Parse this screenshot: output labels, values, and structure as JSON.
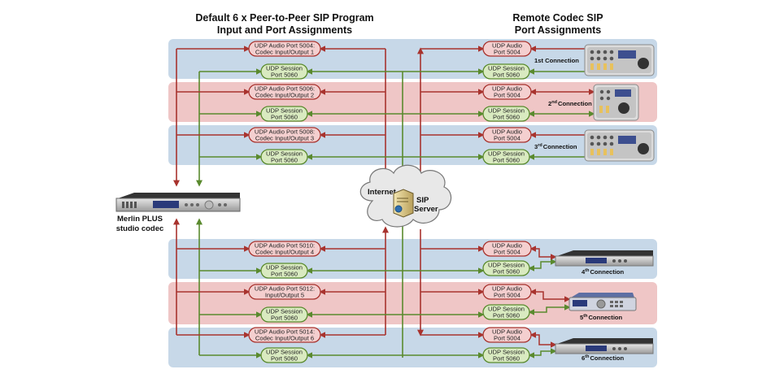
{
  "left_title": {
    "line1": "Default 6 x Peer-to-Peer SIP Program",
    "line2": "Input and Port Assignments"
  },
  "right_title": {
    "line1": "Remote Codec SIP",
    "line2": "Port Assignments"
  },
  "internet_label": "Internet",
  "sip_server": {
    "line1": "SIP",
    "line2": "Server"
  },
  "studio_codec": {
    "line1": "Merlin PLUS",
    "line2": "studio codec"
  },
  "session_port": {
    "line1": "UDP Session",
    "line2": "Port 5060"
  },
  "remote_audio": {
    "line1": "UDP Audio",
    "line2": "Port 5004"
  },
  "connection_suffix": "Connection",
  "rows": [
    {
      "audio_line1": "UDP Audio Port 5004:",
      "audio_line2": "Codec Input/Output 1",
      "conn_num": "1st",
      "conn_sup": ""
    },
    {
      "audio_line1": "UDP Audio Port 5006:",
      "audio_line2": "Codec Input/Output 2",
      "conn_num": "2",
      "conn_sup": "nd"
    },
    {
      "audio_line1": "UDP Audio Port 5008:",
      "audio_line2": "Codec Input/Output 3",
      "conn_num": "3",
      "conn_sup": "rd"
    },
    {
      "audio_line1": "UDP Audio Port 5010:",
      "audio_line2": "Codec Input/Output 4",
      "conn_num": "4",
      "conn_sup": "th"
    },
    {
      "audio_line1": "UDP Audio Port 5012:",
      "audio_line2": "Input/Output 5",
      "conn_num": "5",
      "conn_sup": "th"
    },
    {
      "audio_line1": "UDP Audio Port 5014:",
      "audio_line2": "Codec Input/Output 6",
      "conn_num": "6",
      "conn_sup": "th"
    }
  ],
  "colors": {
    "blue_band": "#c7d8e8",
    "pink_band": "#efc6c6",
    "audio_stroke": "#a8332e",
    "audio_fill": "#f4cfcf",
    "session_stroke": "#5a8a2e",
    "session_fill": "#d9eac0",
    "cloud_fill": "#e8e8e8"
  }
}
